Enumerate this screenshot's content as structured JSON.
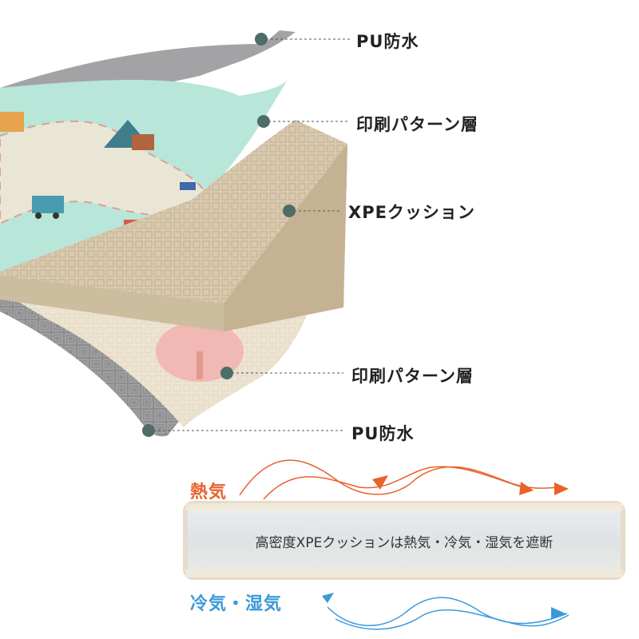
{
  "layers": [
    {
      "label": "PU防水"
    },
    {
      "label": "印刷パターン層"
    },
    {
      "label": "XPEクッション"
    },
    {
      "label": "印刷パターン層"
    },
    {
      "label": "PU防水"
    }
  ],
  "heat": {
    "label": "熱気",
    "color": "#e8622c"
  },
  "cold": {
    "label": "冷気・湿気",
    "color": "#3a9ad9"
  },
  "cushion_caption": "高密度XPEクッションは熱気・冷気・湿気を遮断",
  "colors": {
    "dot": "#4d6e66",
    "pu_gray": "#9a9a9c",
    "print_mint": "#b8e6d9",
    "foam_beige": "#d9c9ae",
    "print_cream": "#ede4d2"
  }
}
